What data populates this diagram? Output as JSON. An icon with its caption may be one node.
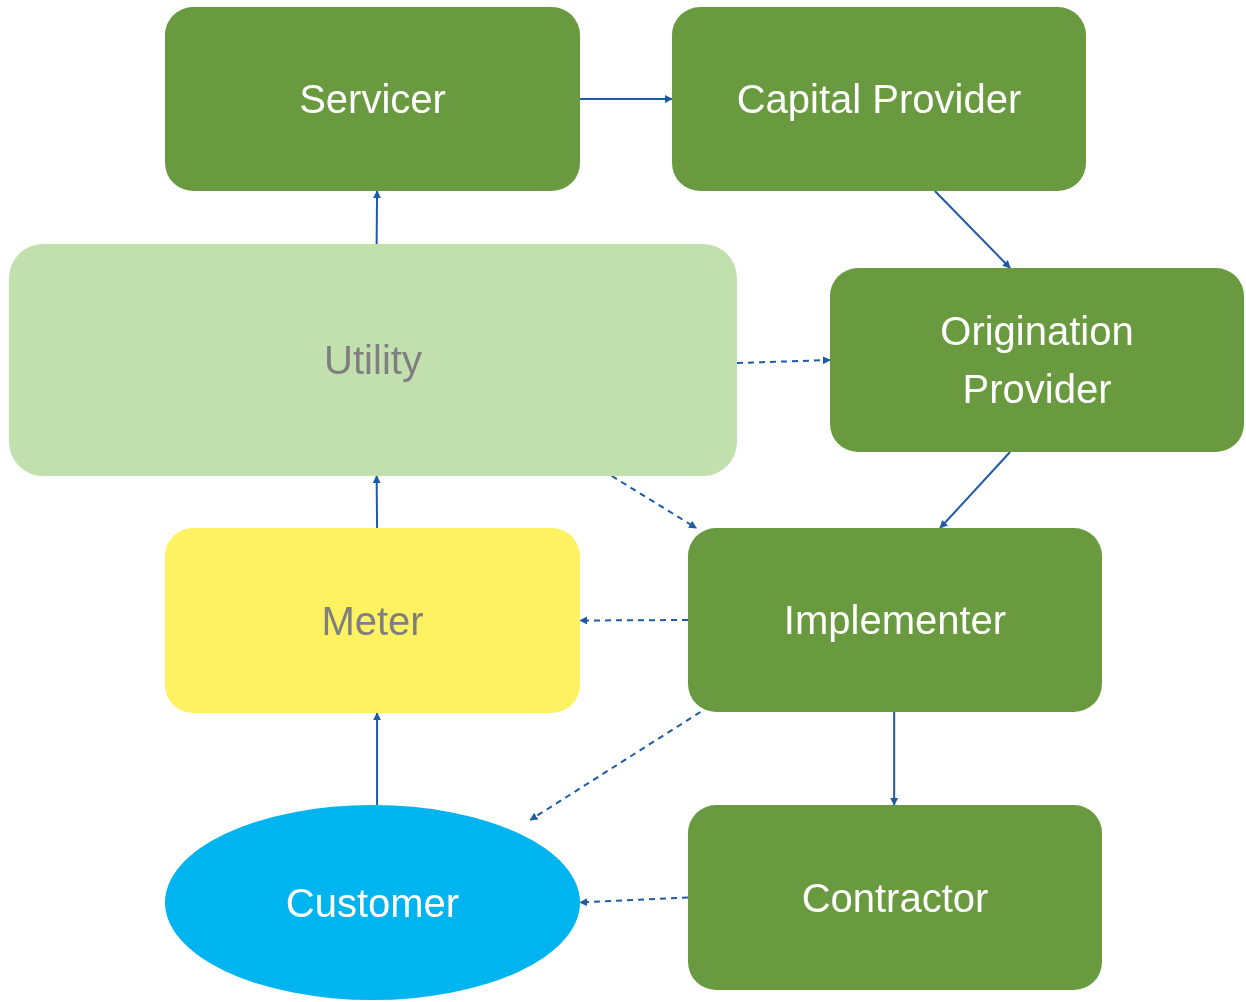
{
  "diagram": {
    "nodes": [
      {
        "text": [
          "Servicer"
        ]
      },
      {
        "text": [
          "Capital Provider"
        ]
      },
      {
        "text": [
          "Utility"
        ]
      },
      {
        "text": [
          "Origination Provider"
        ]
      },
      {
        "text": [
          "Meter"
        ]
      },
      {
        "text": [
          "Implementer"
        ]
      },
      {
        "text": [
          "Customer"
        ]
      },
      {
        "text": [
          "Contractor"
        ]
      }
    ],
    "edges": [
      {
        "from": 0,
        "to": 1,
        "arrow": "to"
      },
      {
        "from": 2,
        "to": 0,
        "arrow": "to"
      },
      {
        "from": 1,
        "to": 3,
        "arrow": "to"
      },
      {
        "from": 2,
        "to": 3,
        "arrow": "to",
        "style": "dashed"
      },
      {
        "from": 3,
        "to": 5,
        "arrow": "to"
      },
      {
        "from": 2,
        "to": 5,
        "arrow": "to",
        "style": "dashed"
      },
      {
        "from": 4,
        "to": 2,
        "arrow": "to"
      },
      {
        "from": 5,
        "to": 4,
        "arrow": "to",
        "style": "dashed"
      },
      {
        "from": 5,
        "to": 6,
        "arrow": "to",
        "style": "dashed"
      },
      {
        "from": 5,
        "to": 7,
        "arrow": "to"
      },
      {
        "from": 6,
        "to": 4,
        "arrow": "to"
      },
      {
        "from": 7,
        "to": 6,
        "arrow": "to",
        "style": "dashed"
      }
    ]
  }
}
